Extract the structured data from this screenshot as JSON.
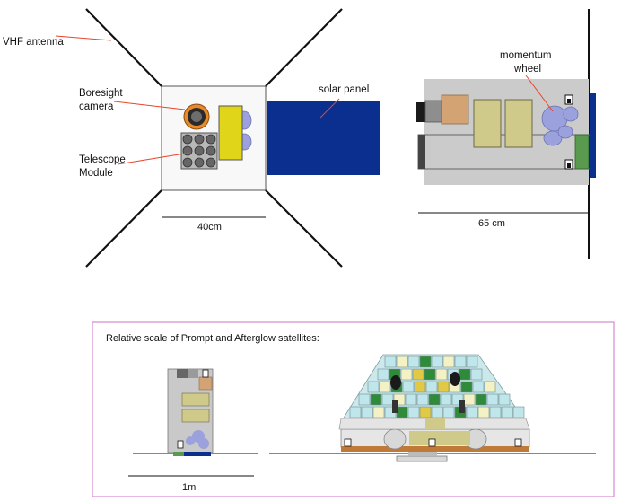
{
  "top_left": {
    "vhf_antenna": "VHF antenna",
    "boresight_camera": [
      "Boresight",
      "camera"
    ],
    "telescope_module": [
      "Telescope",
      "Module"
    ],
    "solar_panel": "solar panel",
    "scale_label": "40cm"
  },
  "top_right": {
    "momentum_wheel": [
      "momentum",
      "wheel"
    ],
    "scale_label": "65 cm"
  },
  "bottom": {
    "title": "Relative scale of Prompt and Afterglow satellites:",
    "scale_label": "1m"
  },
  "colors": {
    "leader_line": "#e8452c",
    "solar_blue": "#0a2f8e",
    "module_yellow": "#e1d51a",
    "beige_box": "#cfc98a",
    "tan_box": "#d4a373",
    "wheel_lavender": "#9aa1dc",
    "green_panel": "#5a9a4e",
    "bus_gray": "#cbcbcb",
    "frame_pink": "#d58ad3"
  }
}
